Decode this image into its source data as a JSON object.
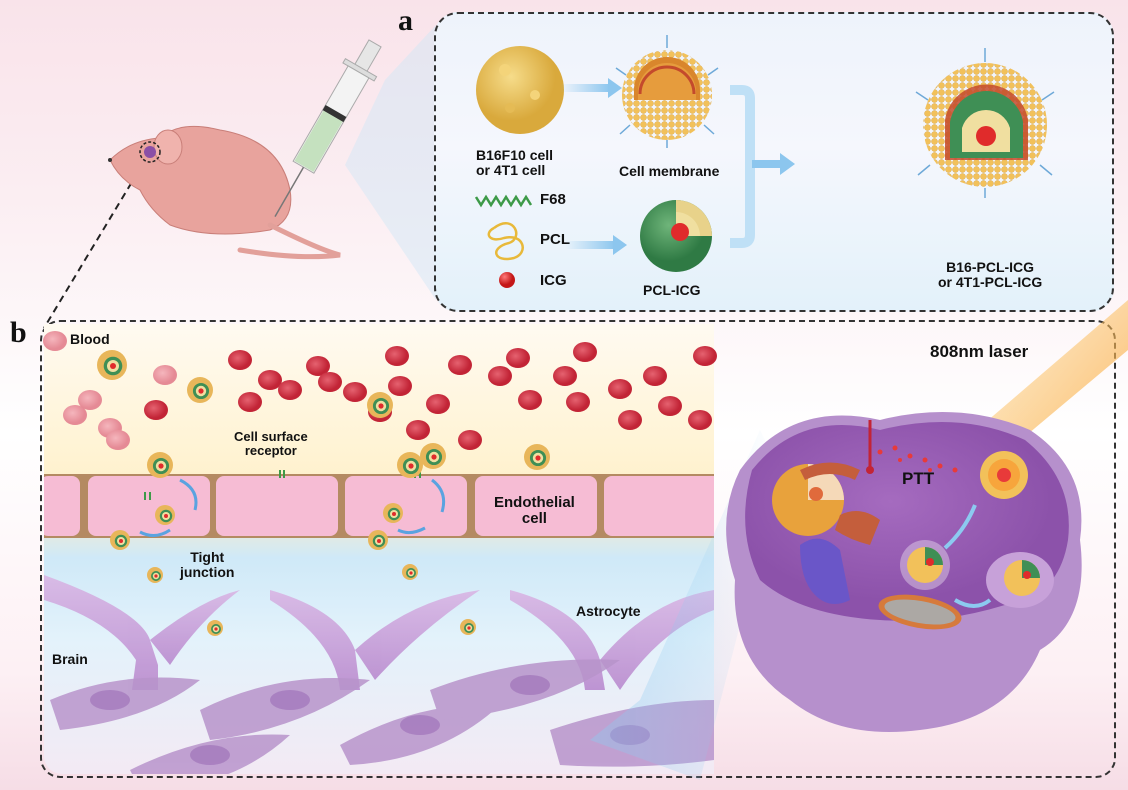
{
  "panel_a": {
    "letter": "a",
    "source_cell_label_line1": "B16F10 cell",
    "source_cell_label_line2": "or 4T1 cell",
    "membrane_label": "Cell membrane",
    "core_label": "PCL-ICG",
    "product_label_line1": "B16-PCL-ICG",
    "product_label_line2": "or 4T1-PCL-ICG",
    "legend": [
      {
        "name": "F68",
        "icon": "green-zigzag-polymer",
        "color": "#3d9a48"
      },
      {
        "name": "PCL",
        "icon": "yellow-coiled-polymer",
        "color": "#e8b93a"
      },
      {
        "name": "ICG",
        "icon": "red-sphere",
        "color": "#e02b2b"
      }
    ]
  },
  "panel_b": {
    "letter": "b",
    "blood_label": "Blood",
    "receptor_label_line1": "Cell surface",
    "receptor_label_line2": "receptor",
    "endothelial_label_line1": "Endothelial",
    "endothelial_label_line2": "cell",
    "tight_junction_line1": "Tight",
    "tight_junction_line2": "junction",
    "astrocyte_label": "Astrocyte",
    "brain_label": "Brain",
    "laser_label": "808nm laser",
    "ptt_label": "PTT"
  },
  "colors": {
    "rbc": "#d9394a",
    "endothelium": "#f6bcd4",
    "astrocyte": "#c9a3d6",
    "cell_body": "#b686c9",
    "arrow": "#8cc6ee",
    "laser": "#f7a53c",
    "membrane_bead": "#f2c15a",
    "pcl_shell": "#3f8f55"
  }
}
